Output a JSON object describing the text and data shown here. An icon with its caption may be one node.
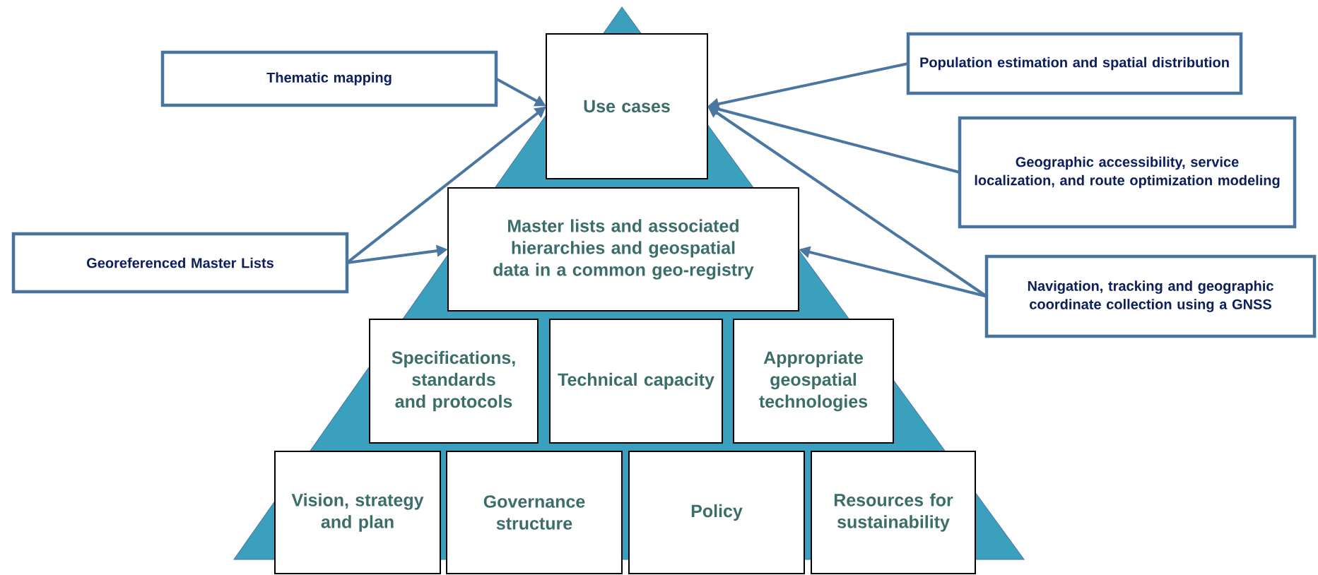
{
  "diagram": {
    "nodes": [
      {
        "text": [
          "Use cases"
        ]
      },
      {
        "text": [
          "Thematic mapping"
        ]
      },
      {
        "text": [
          "Population estimation and spatial distribution"
        ]
      },
      {
        "text": [
          "Geographic accessibility, service localization, and route optimization modeling"
        ]
      },
      {
        "text": [
          "Master lists and associated hierarchies and geospatial data in a common geo-registry"
        ]
      },
      {
        "text": [
          "Georeferenced Master Lists"
        ]
      },
      {
        "text": [
          "Navigation, tracking and geographic coordinate collection using a GNSS"
        ]
      },
      {
        "text": [
          "Specifications, standards and protocols"
        ]
      },
      {
        "text": [
          "Technical capacity"
        ]
      },
      {
        "text": [
          "Appropriate geospatial technologies"
        ]
      },
      {
        "text": [
          "Vision, strategy and plan"
        ]
      },
      {
        "text": [
          "Governance structure"
        ]
      },
      {
        "text": [
          "Policy"
        ]
      },
      {
        "text": [
          "Resources for sustainability"
        ]
      }
    ],
    "edges": [
      {
        "from": 1,
        "to": 0,
        "arrow": "to"
      },
      {
        "from": 5,
        "to": 0,
        "arrow": "to"
      },
      {
        "from": 5,
        "to": 4,
        "arrow": "to"
      },
      {
        "from": 2,
        "to": 0,
        "arrow": "to"
      },
      {
        "from": 3,
        "to": 0,
        "arrow": "to"
      },
      {
        "from": 6,
        "to": 0,
        "arrow": "to"
      },
      {
        "from": 6,
        "to": 4,
        "arrow": "to"
      }
    ]
  }
}
